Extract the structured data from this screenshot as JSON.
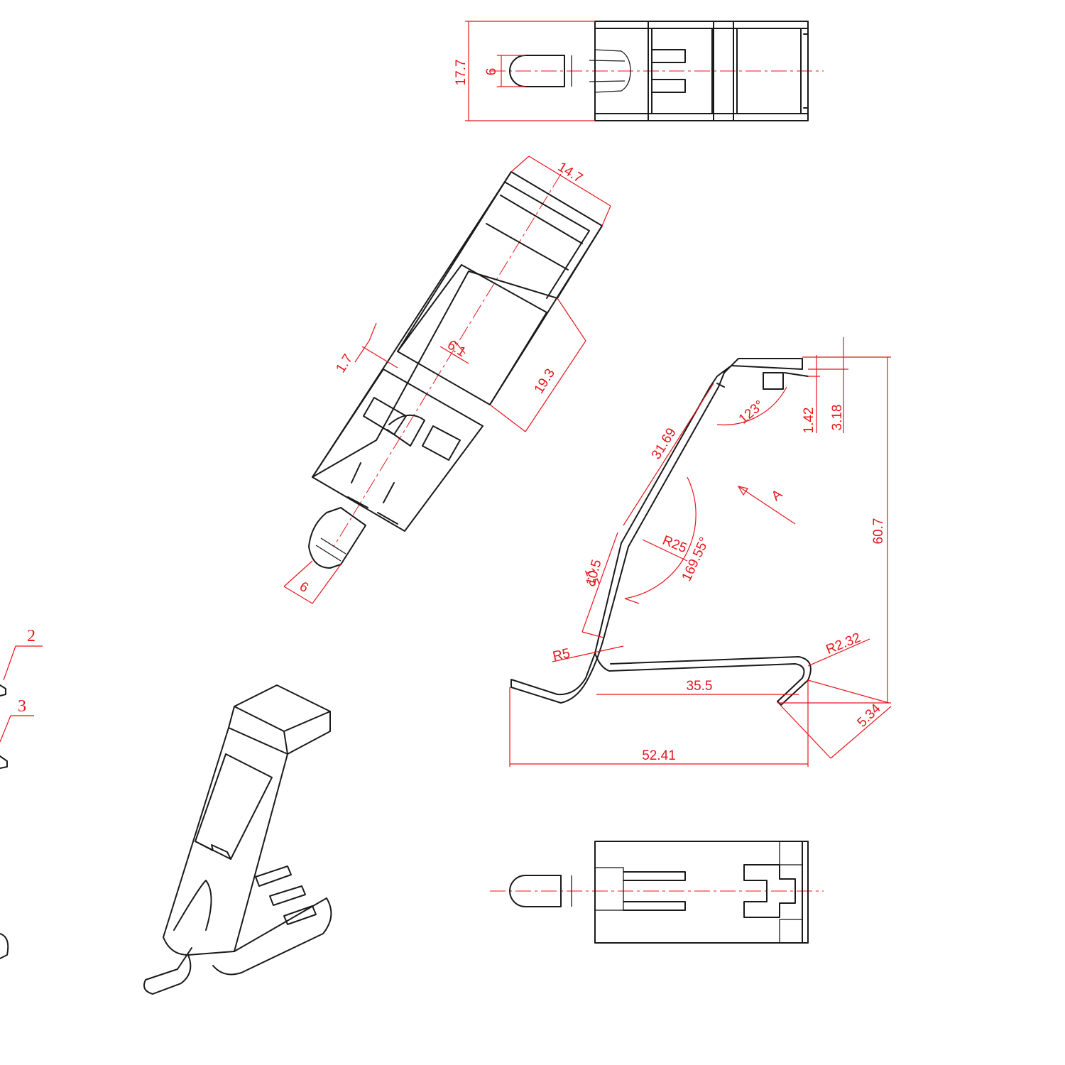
{
  "colors": {
    "part_line": "#1a1a1a",
    "dimension": "#e8141b",
    "background": "#ffffff"
  },
  "top_view": {
    "dim_height": "17.7",
    "dim_pin": "6"
  },
  "rotated_view": {
    "dim_width": "14.7",
    "dim_length": "19.3",
    "dim_slot": "6.1",
    "dim_step": "1.7",
    "dim_pin": "6"
  },
  "side_view": {
    "dim_angle_top": "123°",
    "dim_arm_length": "31.69",
    "dim_lip": "1.42",
    "dim_hook": "3.18",
    "dim_height": "60.7",
    "view_label": "A",
    "dim_radius_large": "R25",
    "dim_angle_knee": "169.55°",
    "dim_a": "1.5",
    "dim_b": "10.5",
    "dim_radius_small": "R5",
    "dim_radius_tip": "R2.32",
    "dim_base_length": "35.5",
    "dim_tip": "5.34",
    "dim_overall_length": "52.41"
  },
  "callouts": [
    "2",
    "3"
  ]
}
